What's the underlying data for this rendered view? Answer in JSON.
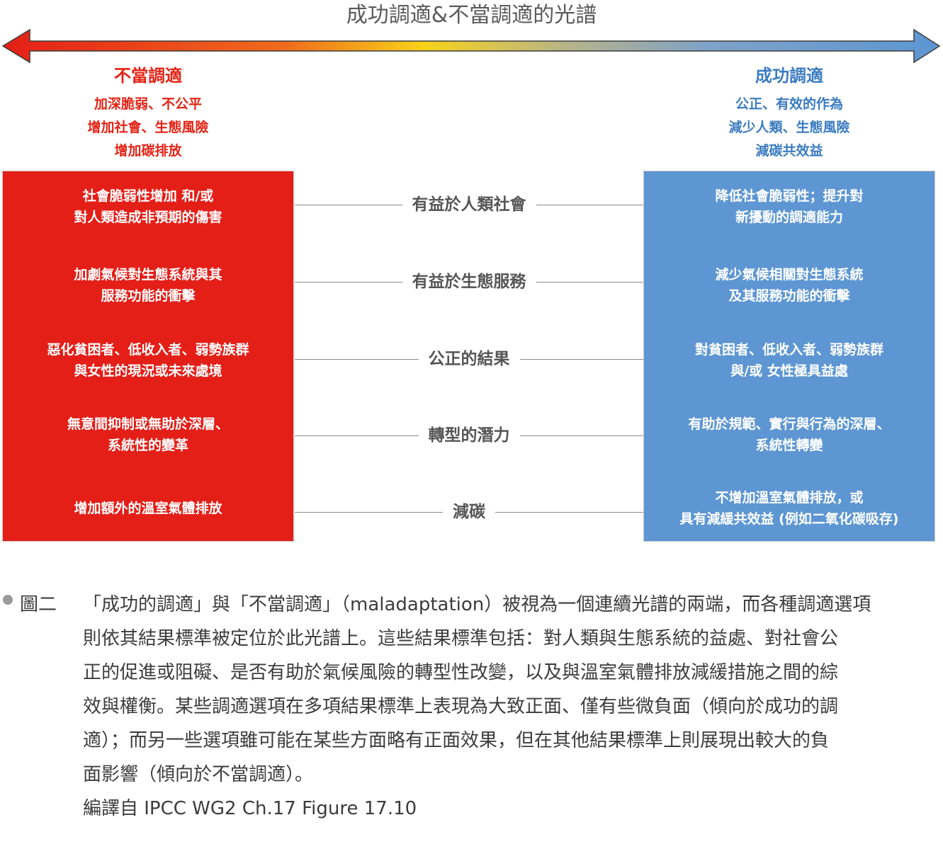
{
  "title": "成功調適&不當調適的光譜",
  "colors": {
    "red": "#e41f18",
    "blue": "#5d96d2",
    "orange": "#f5a623",
    "yellow": "#f7d21a"
  },
  "left": {
    "heading": "不當調適",
    "sub": [
      "加深脆弱、不公平",
      "增加社會、生態風險",
      "增加碳排放"
    ],
    "cells": [
      [
        "社會脆弱性增加 和/或",
        "對人類造成非預期的傷害"
      ],
      [
        "加劇氣候對生態系統與其",
        "服務功能的衝擊"
      ],
      [
        "惡化貧困者、低收入者、弱勢族群",
        "與女性的現況或未來處境"
      ],
      [
        "無意間抑制或無助於深層、",
        "系統性的變革"
      ],
      [
        "增加額外的溫室氣體排放"
      ]
    ]
  },
  "right": {
    "heading": "成功調適",
    "sub": [
      "公正、有效的作為",
      "減少人類、生態風險",
      "減碳共效益"
    ],
    "cells": [
      [
        "降低社會脆弱性；提升對",
        "新擾動的調適能力"
      ],
      [
        "減少氣候相關對生態系統",
        "及其服務功能的衝擊"
      ],
      [
        "對貧困者、低收入者、弱勢族群",
        "與/或 女性極具益處"
      ],
      [
        "有助於規範、實行與行為的深層、",
        "系統性轉變"
      ],
      [
        "不增加溫室氣體排放，或",
        "具有減緩共效益 (例如二氧化碳吸存)"
      ]
    ]
  },
  "criteria": [
    "有益於人類社會",
    "有益於生態服務",
    "公正的結果",
    "轉型的潛力",
    "減碳"
  ],
  "caption": {
    "label": "圖二",
    "lines": [
      "「成功的調適」與「不當調適」（maladaptation）被視為一個連續光譜的兩端，而各種調適選項",
      "則依其結果標準被定位於此光譜上。這些結果標準包括：對人類與生態系統的益處、對社會公",
      "正的促進或阻礙、是否有助於氣候風險的轉型性改變，以及與溫室氣體排放減緩措施之間的綜",
      "效與權衡。某些調適選項在多項結果標準上表現為大致正面、僅有些微負面（傾向於成功的調",
      "適）；而另一些選項雖可能在某些方面略有正面效果，但在其他結果標準上則展現出較大的負",
      "面影響（傾向於不當調適）。",
      "編譯自 IPCC WG2 Ch.17 Figure 17.10"
    ]
  }
}
